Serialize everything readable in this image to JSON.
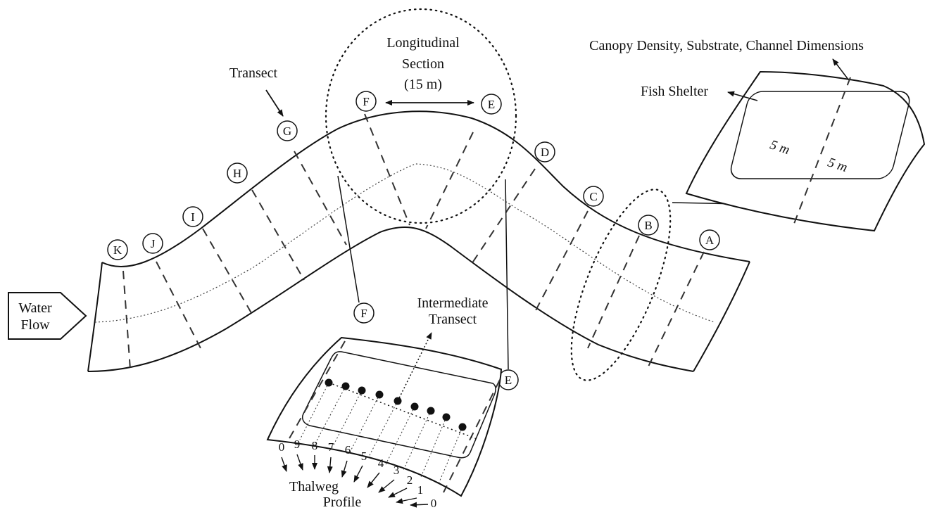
{
  "labels": {
    "water_flow_line1": "Water",
    "water_flow_line2": "Flow",
    "transect": "Transect",
    "longitudinal_line1": "Longitudinal",
    "longitudinal_line2": "Section",
    "longitudinal_line3": "(15 m)",
    "canopy": "Canopy Density, Substrate, Channel Dimensions",
    "fish_shelter": "Fish Shelter",
    "intermediate_line1": "Intermediate",
    "intermediate_line2": "Transect",
    "thalweg_line1": "Thalweg",
    "thalweg_line2": "Profile",
    "dim_left": "5 m",
    "dim_right": "5 m"
  },
  "transect_letters": [
    "A",
    "B",
    "C",
    "D",
    "E",
    "F",
    "G",
    "H",
    "I",
    "J",
    "K"
  ],
  "callout_letters": {
    "inset_b": "B",
    "lower_f": "F",
    "lower_e": "E"
  },
  "thalweg_numbers": [
    "0",
    "9",
    "8",
    "7",
    "6",
    "5",
    "4",
    "3",
    "2",
    "1",
    "0"
  ]
}
